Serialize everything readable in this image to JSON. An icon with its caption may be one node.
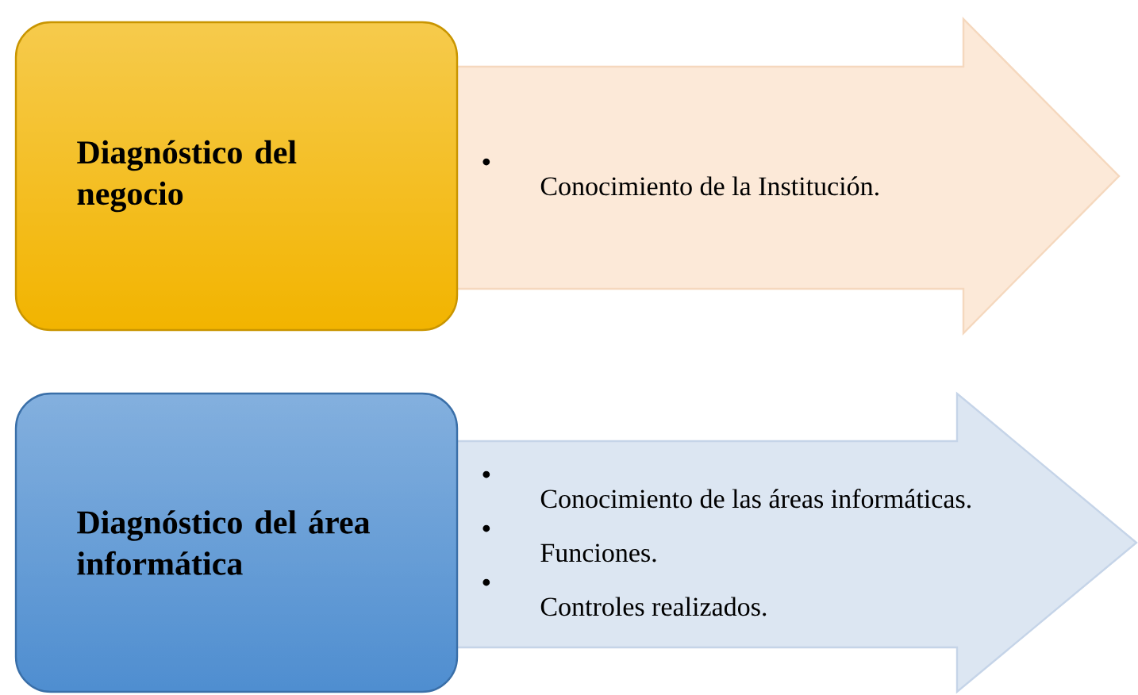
{
  "diagram": {
    "nodes": [
      {
        "text": [
          "Diagnóstico del negocio"
        ]
      },
      {
        "text": [
          "Conocimiento de la Institución."
        ]
      },
      {
        "text": [
          "Diagnóstico del área informática"
        ]
      },
      {
        "text": [
          "Conocimiento de las áreas informáticas.",
          "Funciones.",
          "Controles realizados."
        ]
      }
    ]
  }
}
